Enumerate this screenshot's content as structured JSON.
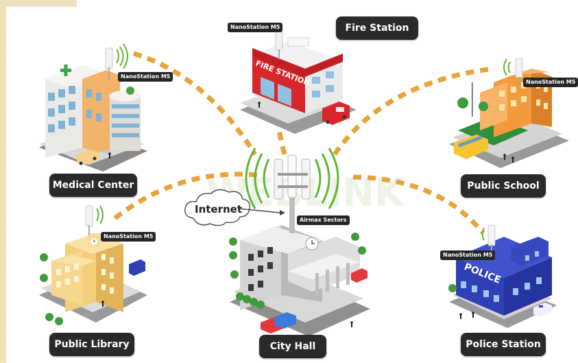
{
  "diagram": {
    "watermark": "WEBLINK",
    "hub": {
      "label": "City Hall",
      "device": "Airmax Sectors"
    },
    "internet": "Internet",
    "sites": [
      {
        "label": "Medical Center",
        "device": "NanoStation M5"
      },
      {
        "label": "Fire Station",
        "device": "NanoStation M5"
      },
      {
        "label": "Public School",
        "device": "NanoStation M5"
      },
      {
        "label": "Public Library",
        "device": "NanoStation M5"
      },
      {
        "label": "Police Station",
        "device": "NanoStation M5"
      }
    ],
    "building_text": {
      "fire": "FIRE STATION",
      "police": "POLICE"
    },
    "colors": {
      "link": "#e8a33a",
      "signal": "#5bb82f",
      "label_bg": "#2a2a2a",
      "fire_red": "#d8262b",
      "police_blue": "#2f3fb6",
      "library_yellow": "#f3cf7a",
      "school_orange": "#f39a3c",
      "medical_green": "#3aa64a"
    }
  }
}
